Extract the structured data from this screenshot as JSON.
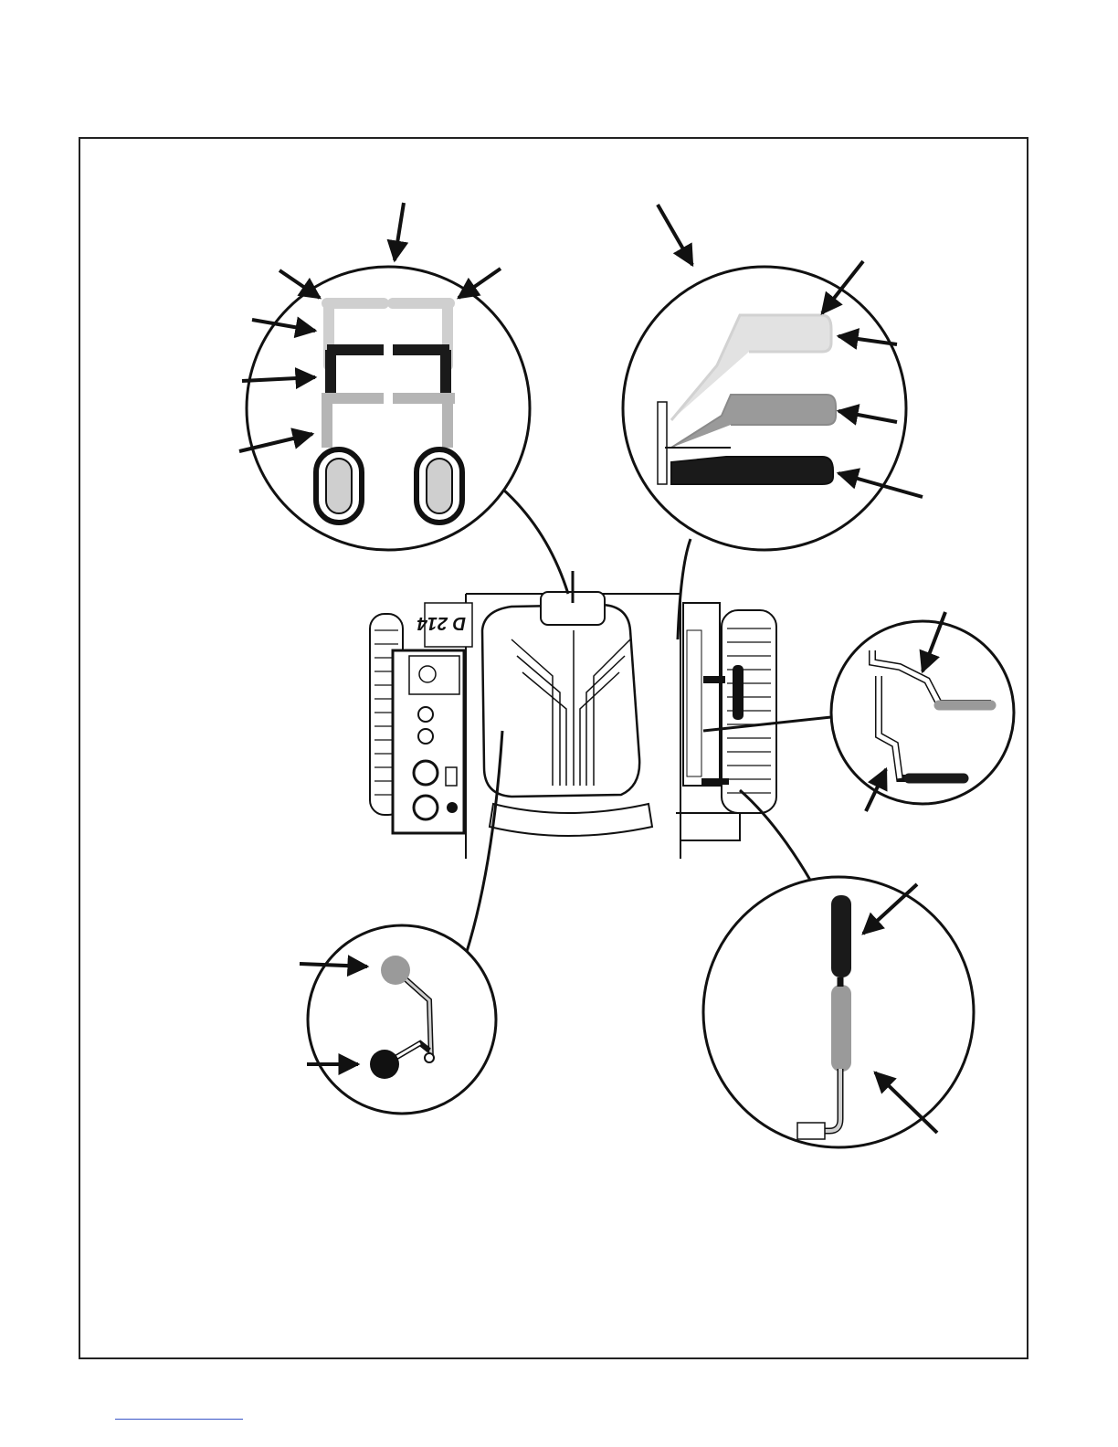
{
  "diagram": {
    "model_badge": "D 214",
    "colors": {
      "outline": "#111111",
      "light_gray": "#cfcfcf",
      "mid_gray": "#9a9a9a",
      "dark": "#1a1a1a"
    },
    "callouts": [
      {
        "id": "throttle-choke",
        "icon": "magnifier-circle"
      },
      {
        "id": "height-adjust-knobs",
        "icon": "magnifier-circle"
      },
      {
        "id": "deck-lift-lever",
        "icon": "magnifier-circle"
      },
      {
        "id": "mower-height-lever",
        "icon": "magnifier-circle"
      },
      {
        "id": "parking-brake-lever",
        "icon": "magnifier-circle"
      }
    ]
  }
}
